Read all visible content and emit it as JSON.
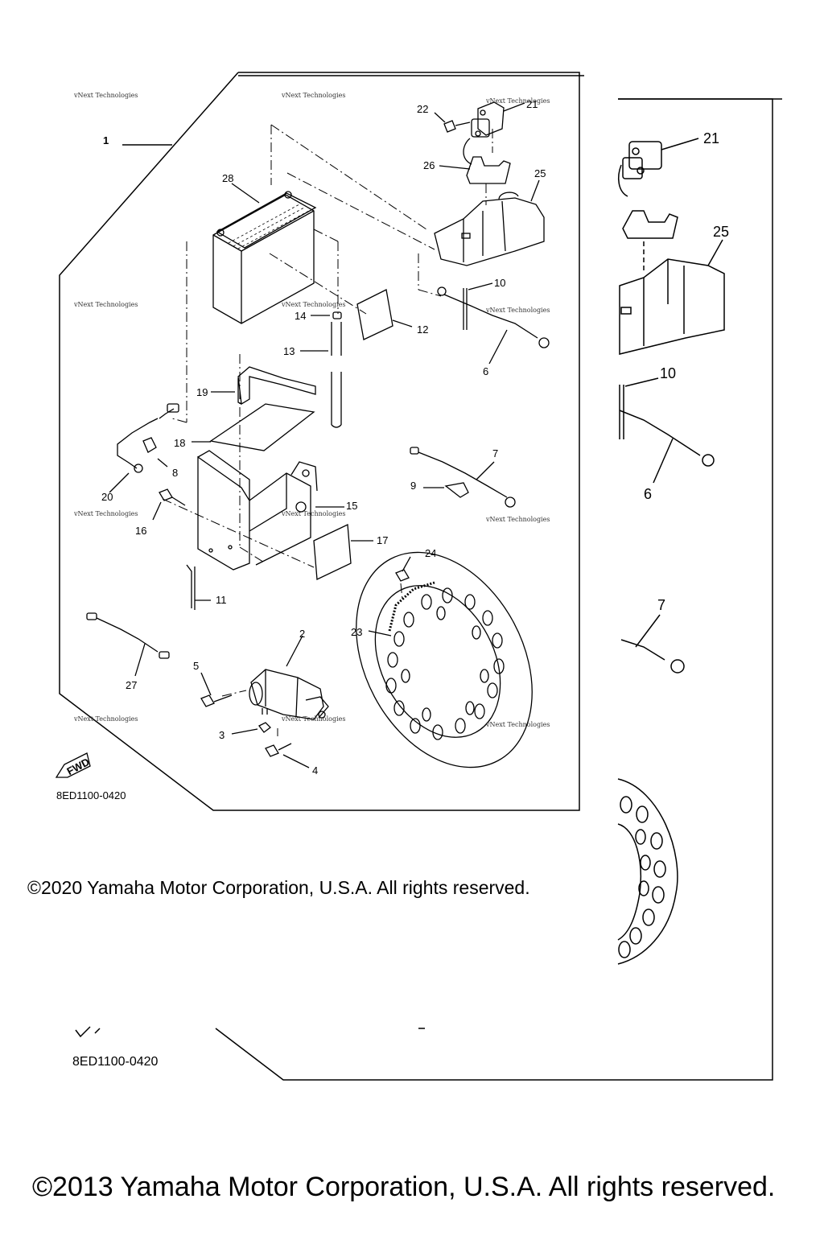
{
  "diagram": {
    "front": {
      "group_label": "1",
      "code": "8ED1100-0420",
      "fwd_label": "FWD",
      "watermark": "vNext Technologies",
      "callouts": [
        "2",
        "3",
        "4",
        "5",
        "6",
        "7",
        "8",
        "9",
        "10",
        "11",
        "12",
        "13",
        "14",
        "15",
        "16",
        "17",
        "18",
        "19",
        "20",
        "21",
        "22",
        "23",
        "24",
        "25",
        "26",
        "27",
        "28"
      ]
    },
    "back": {
      "code": "8ED1100-0420",
      "callouts": [
        "21",
        "25",
        "10",
        "6",
        "7"
      ]
    }
  },
  "copyright_mid": "©2020 Yamaha Motor Corporation, U.S.A. All rights reserved.",
  "copyright_bottom": "©2013 Yamaha Motor Corporation, U.S.A. All rights reserved."
}
